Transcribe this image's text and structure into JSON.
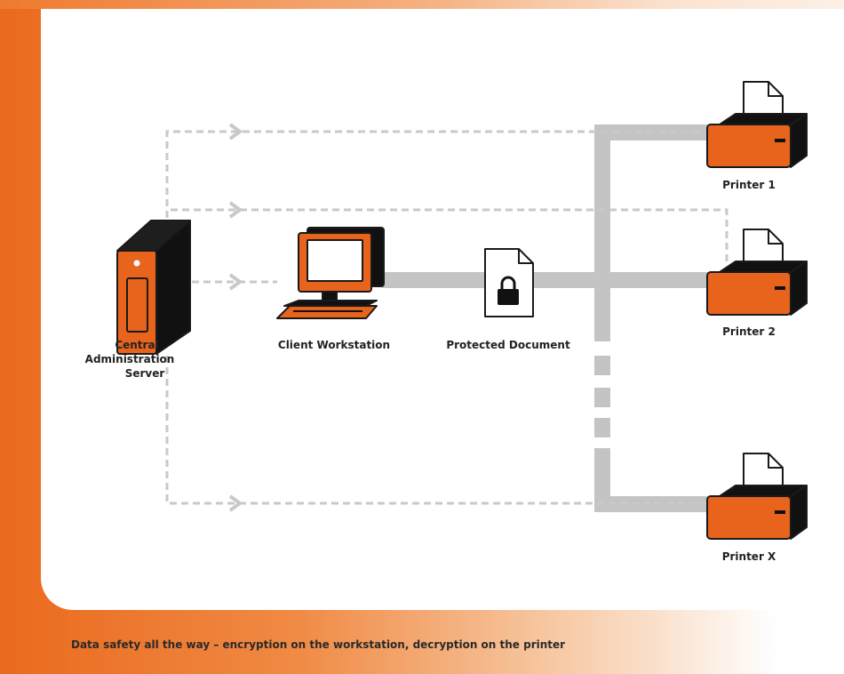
{
  "diagram": {
    "nodes": {
      "server": "Central Administration Server",
      "server_lines": [
        "Central",
        "Administration",
        "Server"
      ],
      "workstation": "Client Workstation",
      "document": "Protected Document",
      "printer1": "Printer 1",
      "printer2": "Printer 2",
      "printerx": "Printer X"
    }
  },
  "caption": "Data safety all the way – encryption on the workstation, decryption on the printer",
  "colors": {
    "accent_orange": "#e8641c",
    "connector_gray": "#c4c4c4",
    "outline": "#1a1a1a"
  }
}
